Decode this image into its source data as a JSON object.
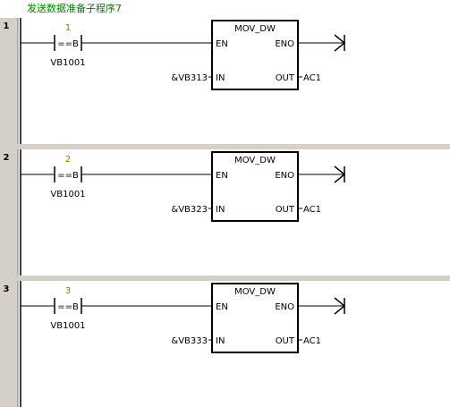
{
  "editor": {
    "title": "发送数据准备子程序7",
    "colors": {
      "title_text": "#008000",
      "network_gutter": "#d4d0c8",
      "network_separator": "#808080",
      "wire": "#000000",
      "constant_text": "#808000",
      "text": "#000000",
      "background": "#ffffff"
    }
  },
  "networks": [
    {
      "number": "1",
      "contact": {
        "compare_value": "1",
        "operator": "==B",
        "operand": "VB1001",
        "icon": "compare-contact-icon"
      },
      "box": {
        "name": "MOV_DW",
        "en_label": "EN",
        "eno_label": "ENO",
        "in_label": "IN",
        "out_label": "OUT",
        "in_operand": "&VB313",
        "out_operand": "AC1"
      },
      "coil_icon": "output-arrow-icon"
    },
    {
      "number": "2",
      "contact": {
        "compare_value": "2",
        "operator": "==B",
        "operand": "VB1001",
        "icon": "compare-contact-icon"
      },
      "box": {
        "name": "MOV_DW",
        "en_label": "EN",
        "eno_label": "ENO",
        "in_label": "IN",
        "out_label": "OUT",
        "in_operand": "&VB323",
        "out_operand": "AC1"
      },
      "coil_icon": "output-arrow-icon"
    },
    {
      "number": "3",
      "contact": {
        "compare_value": "3",
        "operator": "==B",
        "operand": "VB1001",
        "icon": "compare-contact-icon"
      },
      "box": {
        "name": "MOV_DW",
        "en_label": "EN",
        "eno_label": "ENO",
        "in_label": "IN",
        "out_label": "OUT",
        "in_operand": "&VB333",
        "out_operand": "AC1"
      },
      "coil_icon": "output-arrow-icon"
    }
  ]
}
